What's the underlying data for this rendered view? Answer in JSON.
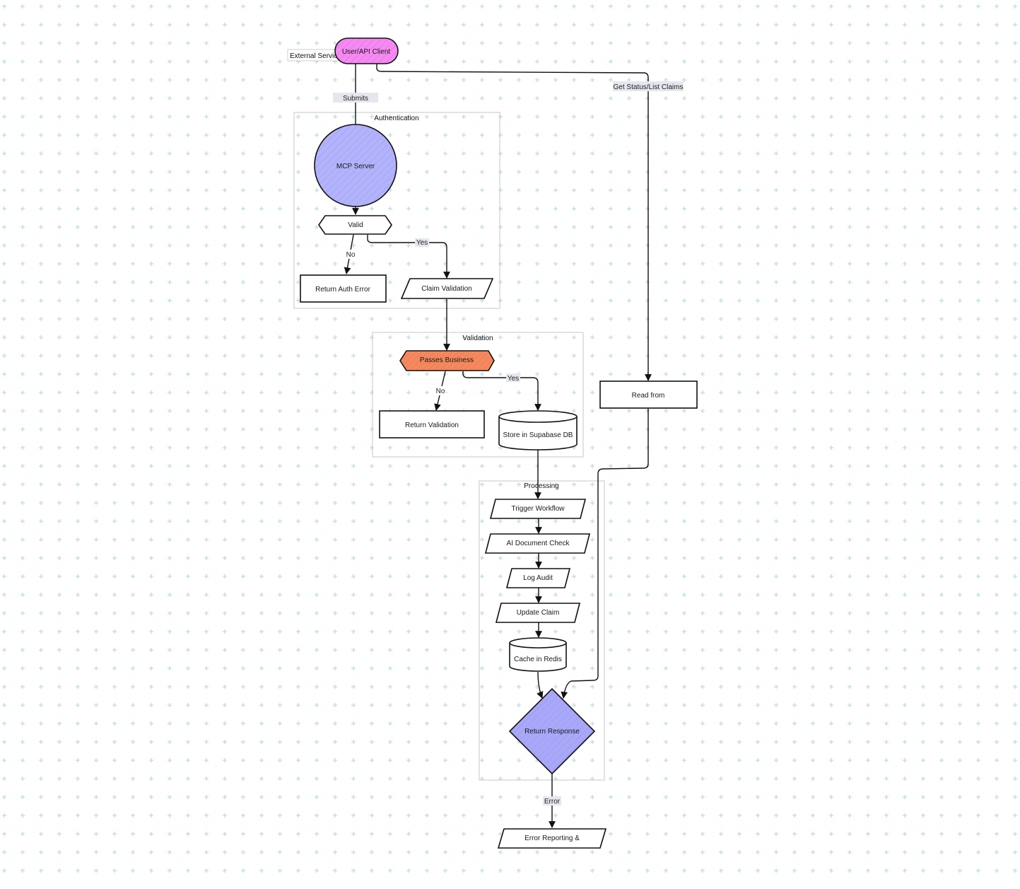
{
  "colors": {
    "grid": "#b9e0df",
    "client_fill": "#f58af2",
    "mcp_fill": "#b3b3fb",
    "passes_fill": "#f4885e",
    "response_fill": "#a9a8f8",
    "edge_label_bg": "#e6e6ee"
  },
  "groups": {
    "external": "External Servic",
    "authentication": "Authentication",
    "validation": "Validation",
    "processing": "Processing"
  },
  "nodes": {
    "client": "User/API Client",
    "mcp_server": "MCP Server",
    "valid": "Valid",
    "return_auth_error": "Return Auth Error",
    "claim_validation": "Claim Validation",
    "passes_business": "Passes Business",
    "return_validation": "Return Validation",
    "store_supabase": "Store in Supabase DB",
    "read_from": "Read from",
    "trigger_workflow": "Trigger Workflow",
    "ai_document_check": "AI Document Check",
    "log_audit": "Log Audit",
    "update_claim": "Update Claim",
    "cache_redis": "Cache in Redis",
    "return_response": "Return Response",
    "error_reporting": "Error Reporting &"
  },
  "edge_labels": {
    "submits": "Submits",
    "get_status": "Get Status/List Claims",
    "valid_no": "No",
    "valid_yes": "Yes",
    "passes_no": "No",
    "passes_yes": "Yes",
    "error": "Error"
  }
}
